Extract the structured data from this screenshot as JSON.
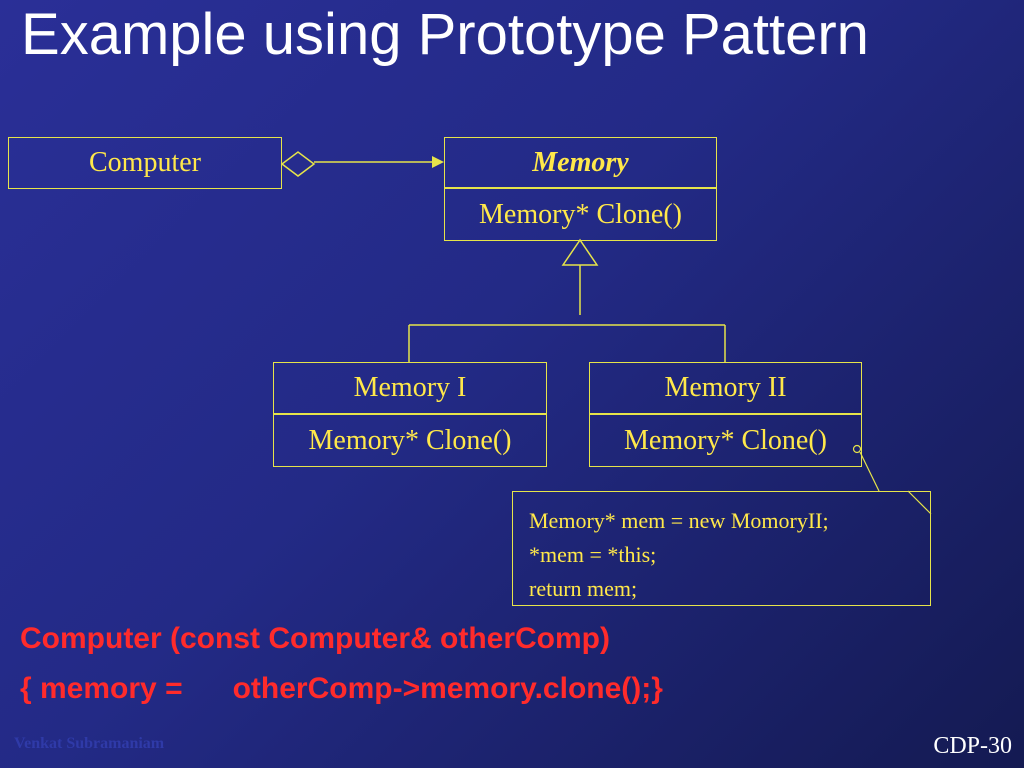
{
  "slide": {
    "title": "Example using Prototype Pattern",
    "footer_author": "Venkat Subramaniam",
    "page_label": "CDP-30"
  },
  "diagram": {
    "computer_class": "Computer",
    "memory_class": {
      "name": "Memory",
      "method": "Memory* Clone()"
    },
    "memory_1_class": {
      "name": "Memory I",
      "method": "Memory* Clone()"
    },
    "memory_2_class": {
      "name": "Memory II",
      "method": "Memory* Clone()"
    },
    "note_lines": [
      "Memory* mem = new MomoryII;",
      "*mem = *this;",
      "return mem;"
    ]
  },
  "code": {
    "line1": "Computer (const Computer& otherComp)",
    "line2": "{ memory =      otherComp->memory.clone();}"
  },
  "colors": {
    "background": "#262c8e",
    "diagram_line": "#e6e44a",
    "diagram_text": "#ffe84a",
    "code_text": "#ff2b2b",
    "title_text": "#ffffff"
  }
}
